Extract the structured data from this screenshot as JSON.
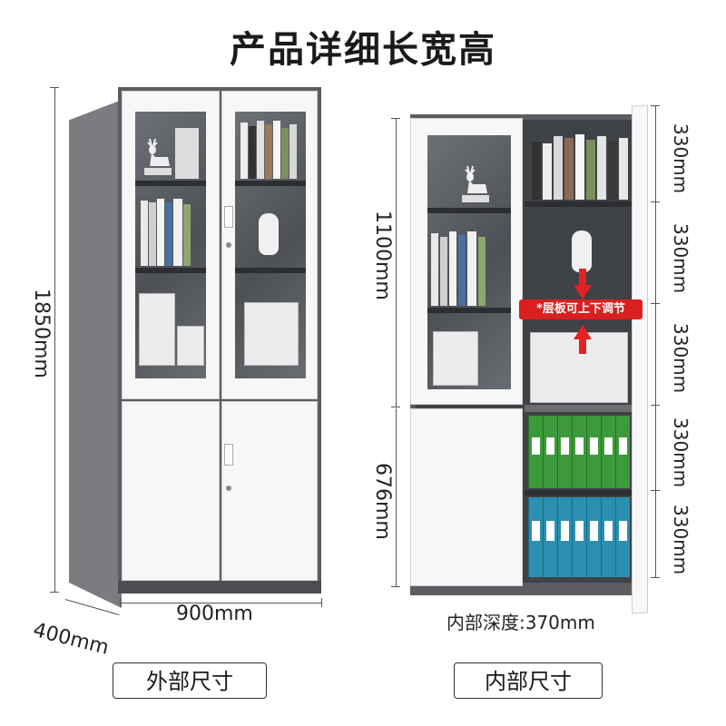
{
  "title": "产品详细长宽高",
  "outer": {
    "height_label": "1850mm",
    "width_label": "900mm",
    "depth_label": "400mm",
    "caption": "外部尺寸"
  },
  "inner": {
    "upper_label": "1100mm",
    "lower_label": "676mm",
    "shelf_gaps": [
      "330mm",
      "330mm",
      "330mm",
      "330mm",
      "330mm"
    ],
    "depth_label": "内部深度:370mm",
    "caption": "内部尺寸",
    "badge": "*层板可上下调节"
  },
  "colors": {
    "frame": "#5b5d61",
    "door": "#f7f7f7",
    "badge": "#d91f1f",
    "binder_green": "#3c9a3a",
    "binder_blue": "#2a8fb0"
  }
}
